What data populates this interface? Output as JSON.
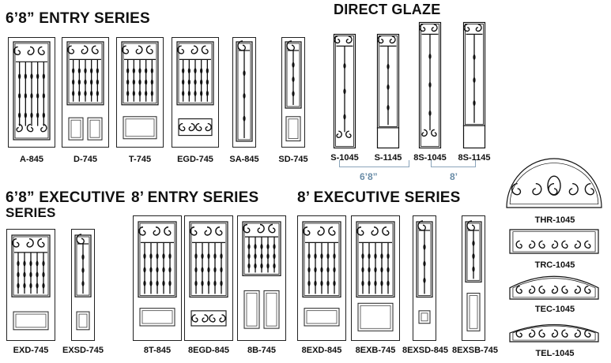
{
  "headings": {
    "entry_68": "6’8” ENTRY SERIES",
    "direct_glaze": "DIRECT GLAZE",
    "executive_68_line1": "6’8” EXECUTIVE",
    "executive_68_line2": "SERIES",
    "entry_8": "8’ ENTRY SERIES",
    "executive_8": "8’ EXECUTIVE SERIES"
  },
  "dimensions": {
    "d68": "6’8”",
    "d8": "8’"
  },
  "doors": [
    {
      "id": "a845",
      "label": "A-845"
    },
    {
      "id": "d745",
      "label": "D-745"
    },
    {
      "id": "t745",
      "label": "T-745"
    },
    {
      "id": "egd745",
      "label": "EGD-745"
    },
    {
      "id": "sa845",
      "label": "SA-845"
    },
    {
      "id": "sd745",
      "label": "SD-745"
    },
    {
      "id": "s1045",
      "label": "S-1045"
    },
    {
      "id": "s1145",
      "label": "S-1145"
    },
    {
      "id": "8s1045",
      "label": "8S-1045"
    },
    {
      "id": "8s1145",
      "label": "8S-1145"
    },
    {
      "id": "exd745",
      "label": "EXD-745"
    },
    {
      "id": "exsd745",
      "label": "EXSD-745"
    },
    {
      "id": "8t845",
      "label": "8T-845"
    },
    {
      "id": "8egd845",
      "label": "8EGD-845"
    },
    {
      "id": "8b745",
      "label": "8B-745"
    },
    {
      "id": "8exd845",
      "label": "8EXD-845"
    },
    {
      "id": "8exb745",
      "label": "8EXB-745"
    },
    {
      "id": "8exsd845",
      "label": "8EXSD-845"
    },
    {
      "id": "8exsb745",
      "label": "8EXSB-745"
    }
  ],
  "transoms": [
    {
      "id": "thr1045",
      "label": "THR-1045"
    },
    {
      "id": "trc1045",
      "label": "TRC-1045"
    },
    {
      "id": "tec1045",
      "label": "TEC-1045"
    },
    {
      "id": "tel1045",
      "label": "TEL-1045"
    }
  ]
}
